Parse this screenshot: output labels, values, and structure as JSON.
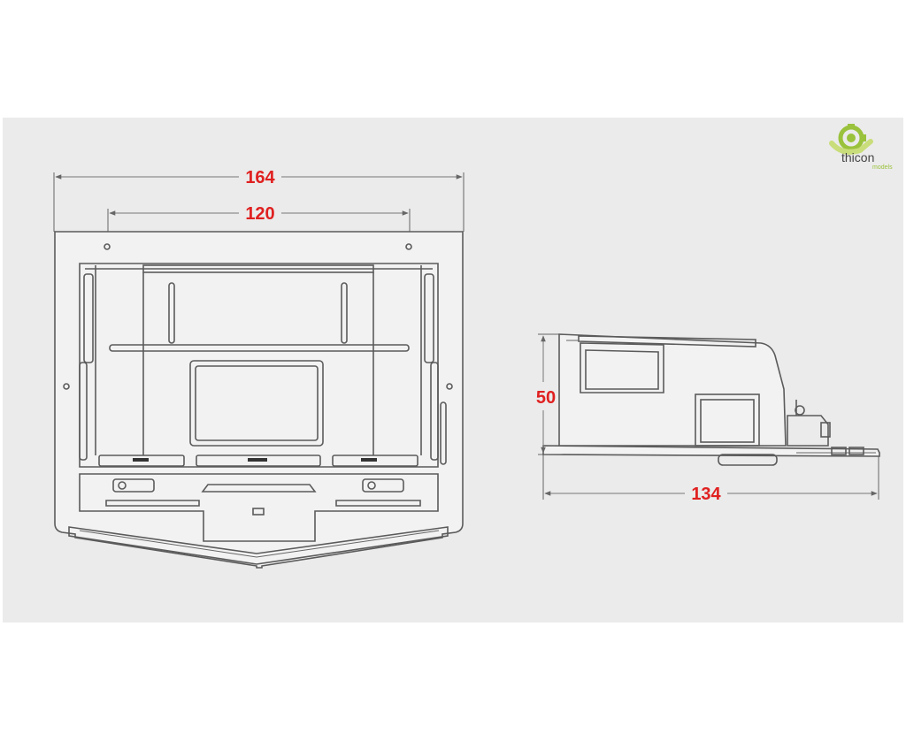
{
  "dimensions": {
    "top_width": "164",
    "hole_spacing": "120",
    "side_height": "50",
    "side_length": "134"
  },
  "logo": {
    "brand": "thicon",
    "sub": "models",
    "icon": "gear-icon",
    "accent": "#9ac23c"
  },
  "colors": {
    "dimension_text": "#e02020",
    "line": "#5b5b5b",
    "background": "#ebebeb"
  }
}
